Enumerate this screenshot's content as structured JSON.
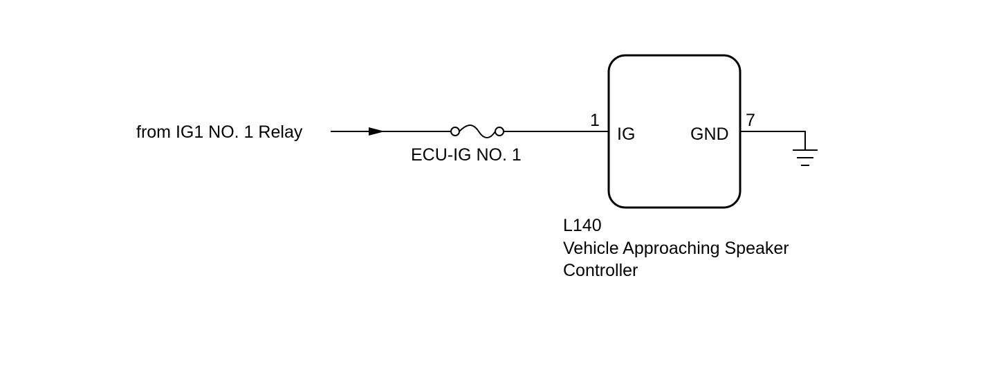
{
  "source_label": "from IG1 NO. 1 Relay",
  "fuse": {
    "label": "ECU-IG NO. 1"
  },
  "component": {
    "connector": "L140",
    "name_line1": "Vehicle Approaching Speaker",
    "name_line2": "Controller",
    "pins": [
      {
        "number": "1",
        "terminal": "IG"
      },
      {
        "number": "7",
        "terminal": "GND"
      }
    ]
  },
  "colors": {
    "line": "#000000",
    "background": "#ffffff"
  }
}
